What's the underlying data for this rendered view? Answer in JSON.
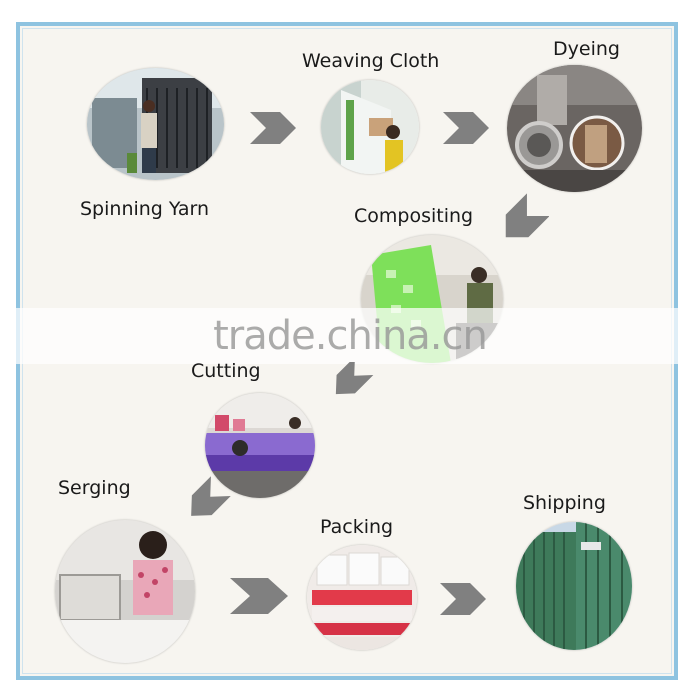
{
  "steps": {
    "spinning_yarn": "Spinning Yarn",
    "weaving_cloth": "Weaving Cloth",
    "dyeing": "Dyeing",
    "compositing": "Compositing",
    "cutting": "Cutting",
    "serging": "Serging",
    "packing": "Packing",
    "shipping": "Shipping"
  },
  "watermark": "trade.china.cn",
  "colors": {
    "frame_border": "#8ec3e0",
    "arrow": "#808080",
    "background": "#f7f5f0"
  }
}
